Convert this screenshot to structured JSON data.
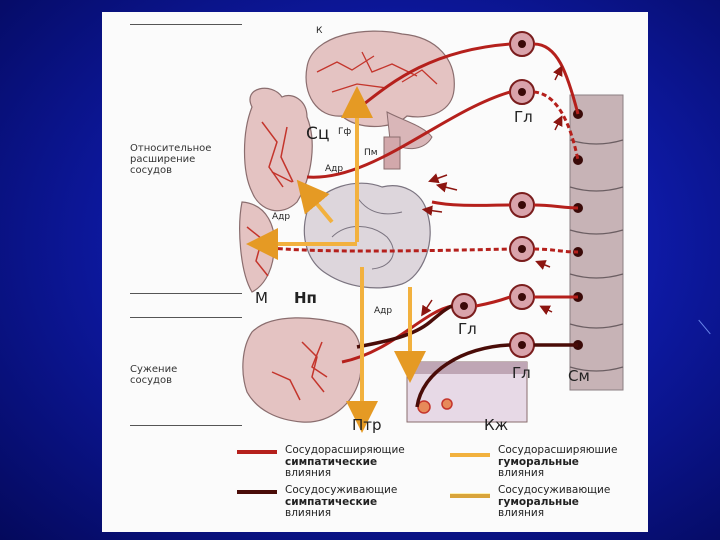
{
  "colors": {
    "dilator_sympathetic": "#b5201c",
    "constrictor_sympathetic": "#4a0c08",
    "dilator_humoral": "#f2b13e",
    "constrictor_humoral": "#d9a43a",
    "organ_pink": "#e4c3c2",
    "vessel_red": "#c4352c",
    "ganglion_fill": "#d9a3ab",
    "spinal_cord": "#c7b3b6"
  },
  "side_labels": {
    "relative_dilation": [
      "Относительное",
      "расширение",
      "сосудов"
    ],
    "constriction": [
      "Сужение",
      "сосудов"
    ]
  },
  "structure_labels": {
    "cortex": "К",
    "hypophysis": "Гф",
    "medulla": "Пм",
    "heart": "Сц",
    "adrenaline_1": "Адр",
    "adrenaline_2": "Адр",
    "adrenaline_3": "Адр",
    "muscle": "М",
    "adrenal": "Нп",
    "ganglion_top": "Гл",
    "ganglion_mid": "Гл",
    "ganglion_bottom": "Гл",
    "spinal_cord": "См",
    "gut": "Птр",
    "skin": "Кж"
  },
  "legend": [
    {
      "key": "dilator_sympathetic",
      "lines": [
        "Сосудорасширяющие",
        "симпатические",
        "влияния"
      ]
    },
    {
      "key": "constrictor_sympathetic",
      "lines": [
        "Сосудосуживающие",
        "симпатические",
        "влияния"
      ]
    },
    {
      "key": "dilator_humoral",
      "lines": [
        "Сосудорасширяюшие",
        "гуморальные",
        "влияния"
      ]
    },
    {
      "key": "constrictor_humoral",
      "lines": [
        "Сосудосуживающие",
        "гуморальные",
        "влияния"
      ]
    }
  ]
}
